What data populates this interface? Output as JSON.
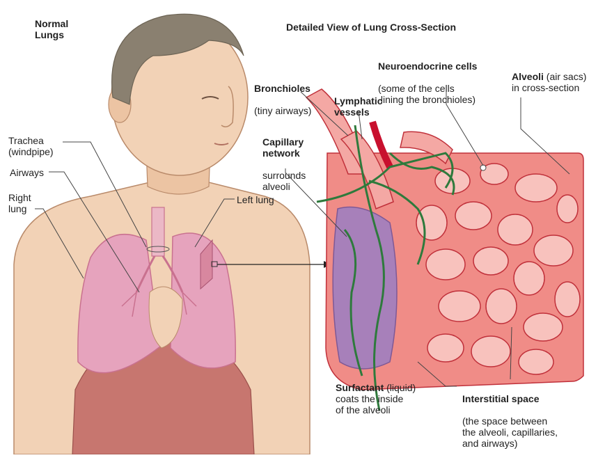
{
  "headings": {
    "normal_lungs": "Normal\nLungs",
    "detailed_view": "Detailed View of Lung Cross-Section"
  },
  "labels": {
    "trachea": "Trachea\n(windpipe)",
    "airways": "Airways",
    "right_lung": "Right\nlung",
    "left_lung": "Left lung",
    "bronchioles_bold": "Bronchioles",
    "bronchioles_desc": "(tiny airways)",
    "lymphatic_bold": "Lymphatic\nvessels",
    "capillary_bold": "Capillary\nnetwork",
    "capillary_desc": "surrounds\nalveoli",
    "neuroendocrine_bold": "Neuroendocrine cells",
    "neuroendocrine_desc": "(some of the cells\n lining the bronchioles)",
    "alveoli_bold": "Alveoli",
    "alveoli_desc": " (air sacs)\nin cross-section",
    "surfactant_bold": "Surfactant",
    "surfactant_desc": " (liquid)\ncoats the inside\nof the alveoli",
    "interstitial_bold": "Interstitial space",
    "interstitial_desc": "(the space between\nthe alveoli, capillaries,\nand airways)"
  },
  "colors": {
    "skin": "#f2d2b6",
    "skin_shadow": "#d9a882",
    "hair": "#8a8070",
    "lung": "#e6a3bd",
    "lung_dark": "#c9718f",
    "tissue": "#f08c87",
    "tissue_dark": "#c0303a",
    "capillary_purple": "#9b7fc3",
    "lymph_green": "#2e7a3c",
    "diaphragm": "#c7766f"
  }
}
